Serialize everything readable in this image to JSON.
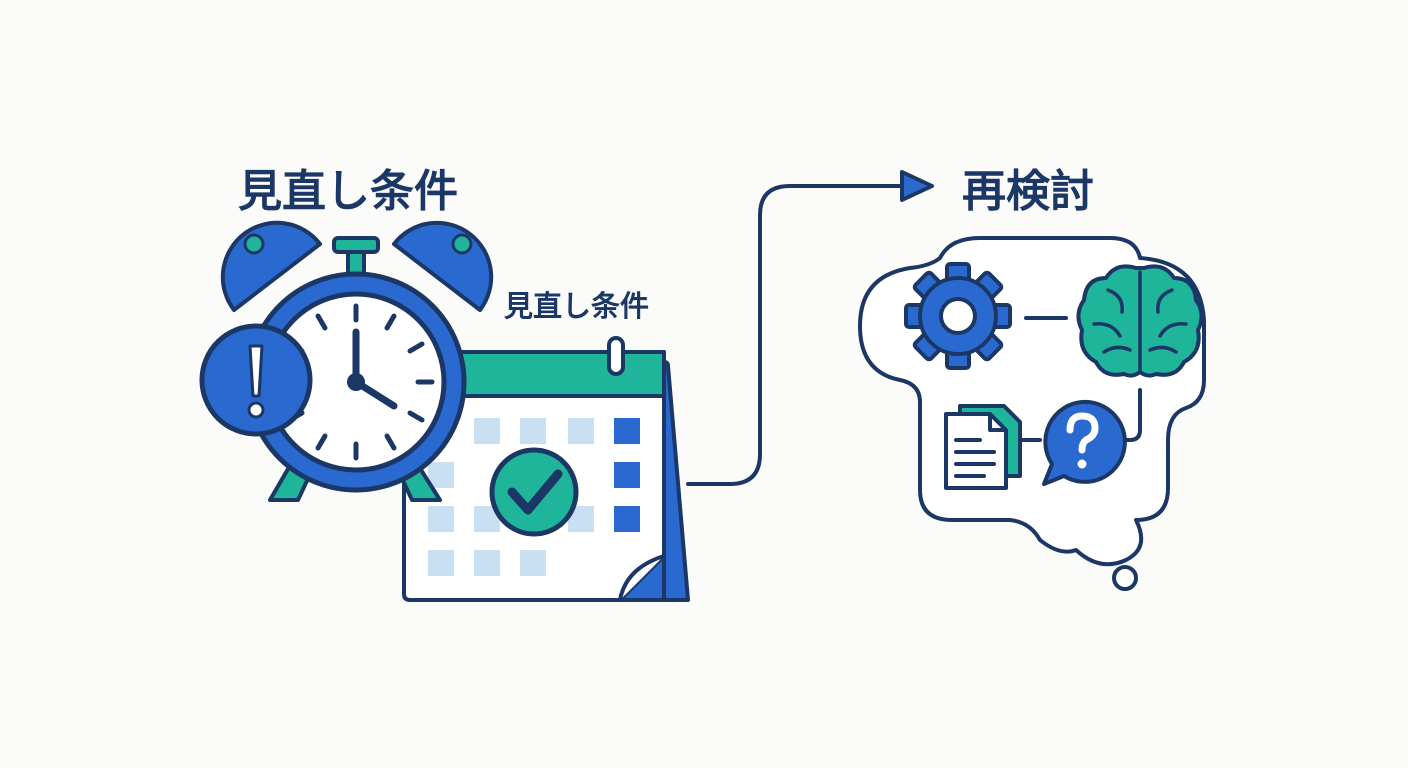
{
  "labels": {
    "review_conditions_title": "見直し条件",
    "calendar_caption": "見直し条件",
    "reconsider_title": "再検討"
  },
  "colors": {
    "navy": "#1b3766",
    "blue": "#2a6ad0",
    "light_blue": "#c9dff2",
    "teal": "#1fb59a",
    "white": "#ffffff"
  },
  "icons": [
    "alarm-clock-icon",
    "exclamation-icon",
    "calendar-icon",
    "checkmark-icon",
    "gear-icon",
    "brain-icon",
    "document-icon",
    "question-bubble-icon",
    "thought-cloud-icon",
    "flow-arrow-icon"
  ]
}
